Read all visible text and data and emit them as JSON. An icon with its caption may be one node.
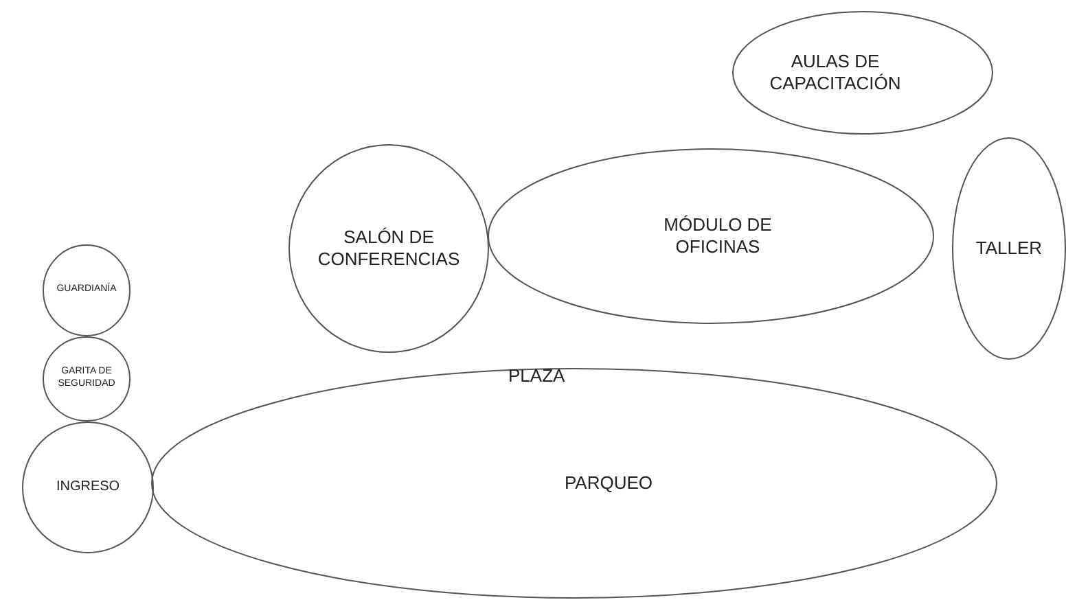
{
  "diagram": {
    "nodes": [
      {
        "text": [
          "AULAS DE CAPACITACIÓN"
        ]
      },
      {
        "text": [
          "SALÓN DE CONFERENCIAS"
        ]
      },
      {
        "text": [
          "MÓDULO DE OFICINAS"
        ]
      },
      {
        "text": [
          "TALLER"
        ]
      },
      {
        "text": [
          "GUARDIANÍA"
        ]
      },
      {
        "text": [
          "GARITA DE SEGURIDAD"
        ]
      },
      {
        "text": [
          "INGRESO"
        ]
      },
      {
        "text": [
          "PARQUEO"
        ]
      }
    ],
    "labels": [
      "PLAZA"
    ]
  }
}
